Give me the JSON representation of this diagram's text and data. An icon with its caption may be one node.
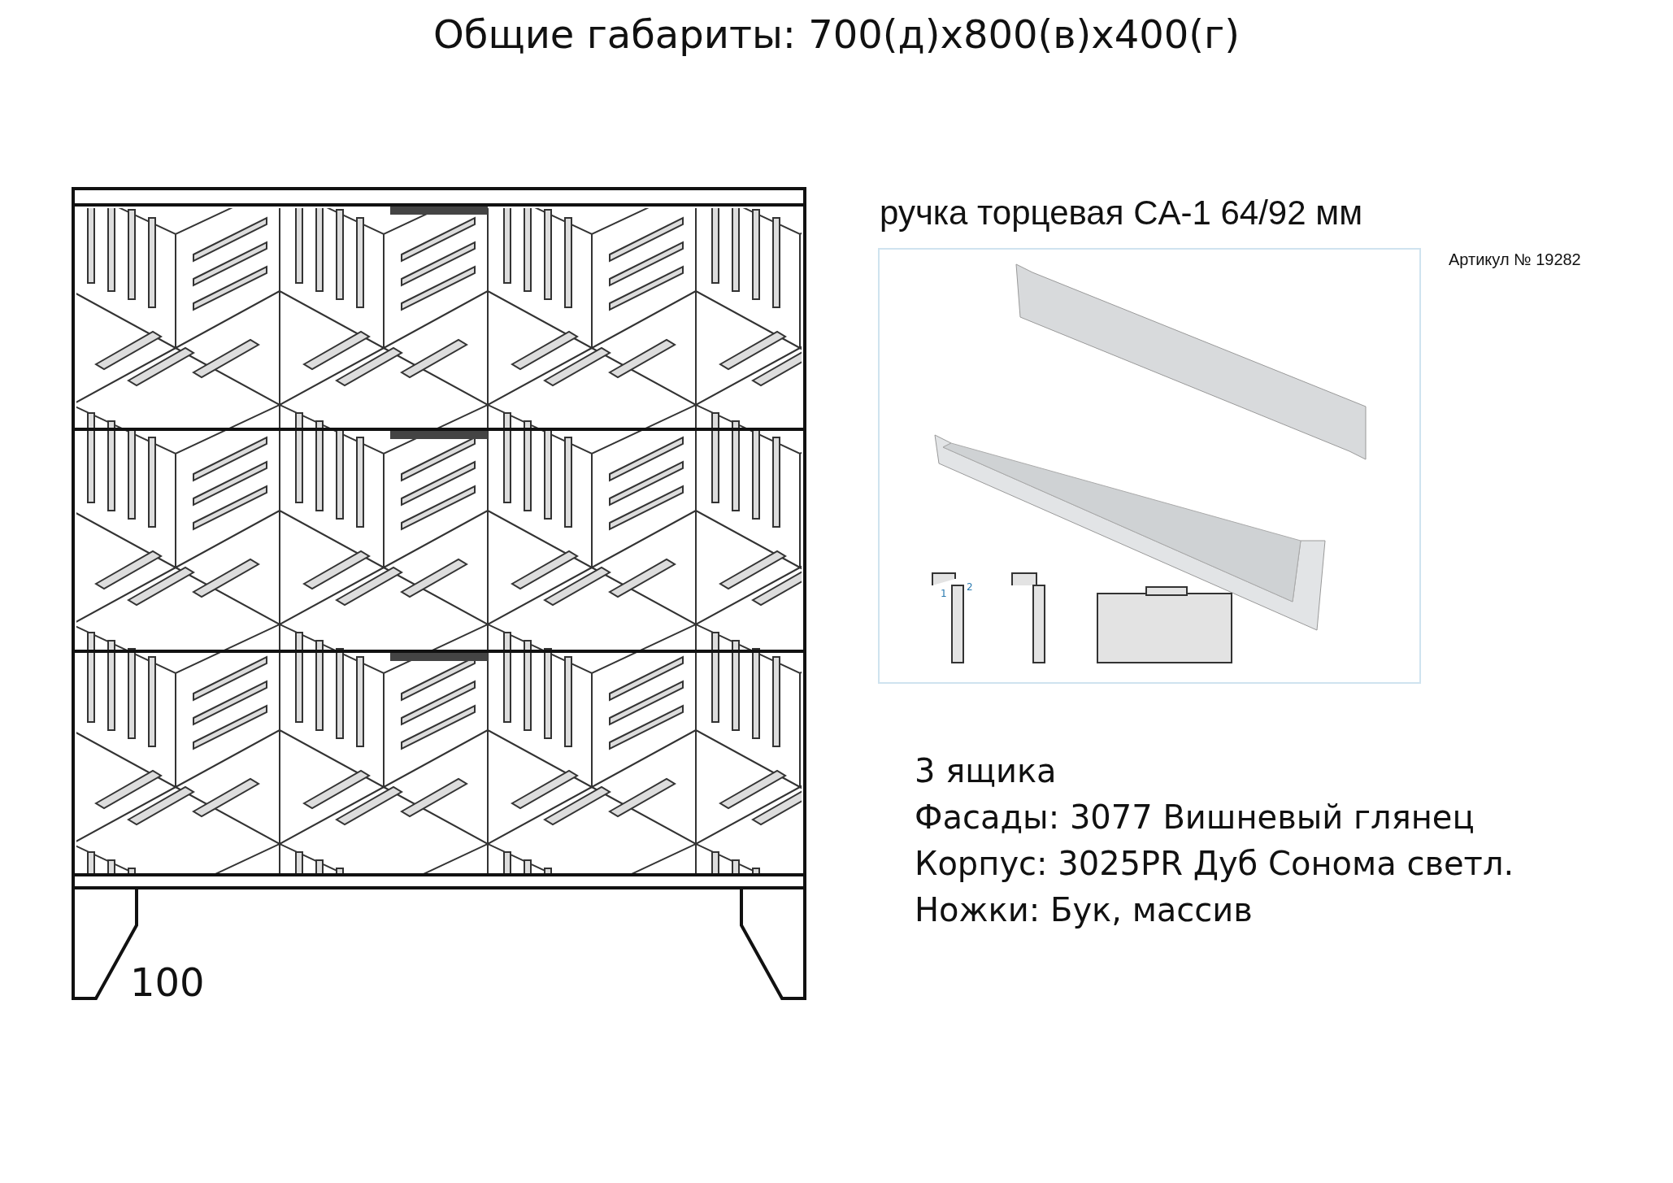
{
  "diagram": {
    "title": "Общие габариты: 700(д)х800(в)х400(г)",
    "labels": [
      "ручка торцевая CA-1 64/92 мм",
      "Артикул № 19282",
      "1",
      "2",
      "100",
      "3 ящика",
      "Фасады: 3077 Вишневый глянец",
      "Корпус: 3025PR Дуб Сонома светл.",
      "Ножки: Бук, массив"
    ]
  }
}
